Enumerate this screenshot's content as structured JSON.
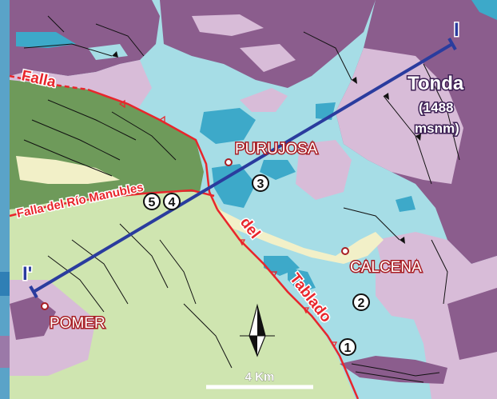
{
  "colors": {
    "purple": "#8b5d8d",
    "lilac": "#d8bcd8",
    "cyan": "#a6dde6",
    "teal": "#3da9c9",
    "light_green": "#cfe5b0",
    "dark_green": "#6e9a5a",
    "cream": "#f2f0c8",
    "fault_red": "#e8262c",
    "section_blue": "#2a3c9e"
  },
  "towns": [
    {
      "id": "purujosa",
      "label": "PURUJOSA"
    },
    {
      "id": "calcena",
      "label": "CALCENA"
    },
    {
      "id": "pomer",
      "label": "POMER"
    }
  ],
  "peak": {
    "name": "Tonda",
    "elevation": "(1488",
    "unit": "msnm)"
  },
  "faults": [
    {
      "id": "falla",
      "label": "Falla"
    },
    {
      "id": "manubles",
      "label": "Falla del Río Manubles"
    },
    {
      "id": "del",
      "label": "del"
    },
    {
      "id": "tablado",
      "label": "Tablado"
    }
  ],
  "section_line": {
    "start_label": "I",
    "end_label": "I'"
  },
  "stations": [
    "1",
    "2",
    "3",
    "4",
    "5"
  ],
  "scale_bar": {
    "label": "4 Km"
  }
}
